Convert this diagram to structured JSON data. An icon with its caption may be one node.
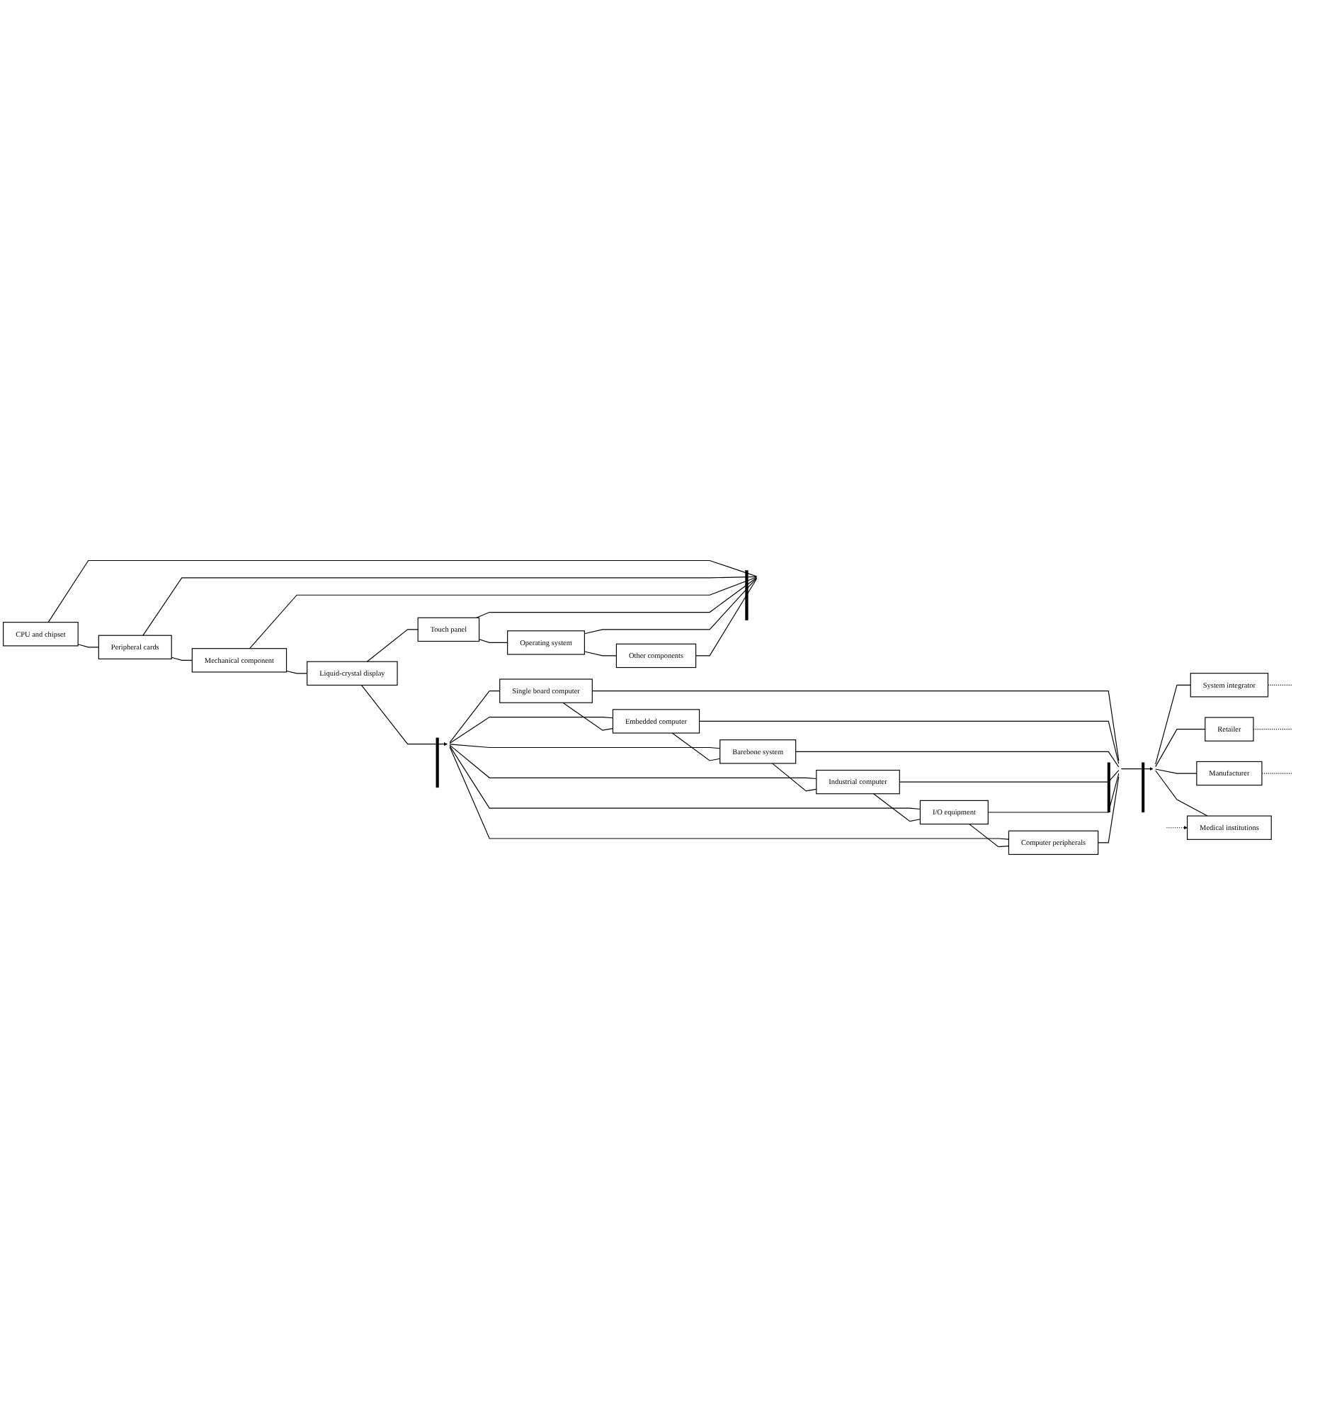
{
  "diagram": {
    "nodes": [
      {
        "text": [
          "CPU and chipset"
        ]
      },
      {
        "text": [
          "Peripheral cards"
        ]
      },
      {
        "text": [
          "Mechanical component"
        ]
      },
      {
        "text": [
          "Liquid-crystal display"
        ]
      },
      {
        "text": [
          "Touch panel"
        ]
      },
      {
        "text": [
          "Operating system"
        ]
      },
      {
        "text": [
          "Other components"
        ]
      },
      {
        "text": [],
        "shape": "bar"
      },
      {
        "text": [],
        "shape": "bar"
      },
      {
        "text": [
          "Single board computer"
        ]
      },
      {
        "text": [
          "Embedded computer"
        ]
      },
      {
        "text": [
          "Barebone system"
        ]
      },
      {
        "text": [
          "Industrial computer"
        ]
      },
      {
        "text": [
          "I/O equipment"
        ]
      },
      {
        "text": [
          "Computer peripherals"
        ]
      },
      {
        "text": [],
        "shape": "bar"
      },
      {
        "text": [],
        "shape": "bar"
      },
      {
        "text": [
          "System integrator"
        ]
      },
      {
        "text": [
          "Retailer"
        ]
      },
      {
        "text": [
          "Manufacturer"
        ]
      },
      {
        "text": [
          "Medical institutions"
        ]
      }
    ],
    "edges": [
      {
        "from": 0,
        "to": 1,
        "arrow": "none"
      },
      {
        "from": 1,
        "to": 2,
        "arrow": "none"
      },
      {
        "from": 2,
        "to": 3,
        "arrow": "none"
      },
      {
        "from": 3,
        "to": 4,
        "arrow": "none"
      },
      {
        "from": 4,
        "to": 5,
        "arrow": "none"
      },
      {
        "from": 5,
        "to": 6,
        "arrow": "none"
      },
      {
        "from": 0,
        "to": 7,
        "arrow": "none"
      },
      {
        "from": 1,
        "to": 7,
        "arrow": "none"
      },
      {
        "from": 2,
        "to": 7,
        "arrow": "none"
      },
      {
        "from": 4,
        "to": 7,
        "arrow": "none"
      },
      {
        "from": 5,
        "to": 7,
        "arrow": "none"
      },
      {
        "from": 6,
        "to": 7,
        "arrow": "none"
      },
      {
        "from": 3,
        "to": 8,
        "arrow": "to"
      },
      {
        "from": 8,
        "to": 9,
        "arrow": "none"
      },
      {
        "from": 8,
        "to": 10,
        "arrow": "none"
      },
      {
        "from": 8,
        "to": 11,
        "arrow": "none"
      },
      {
        "from": 8,
        "to": 12,
        "arrow": "none"
      },
      {
        "from": 8,
        "to": 13,
        "arrow": "none"
      },
      {
        "from": 8,
        "to": 14,
        "arrow": "none"
      },
      {
        "from": 9,
        "to": 10,
        "arrow": "none"
      },
      {
        "from": 10,
        "to": 11,
        "arrow": "none"
      },
      {
        "from": 11,
        "to": 12,
        "arrow": "none"
      },
      {
        "from": 12,
        "to": 13,
        "arrow": "none"
      },
      {
        "from": 13,
        "to": 14,
        "arrow": "none"
      },
      {
        "from": 9,
        "to": 15,
        "arrow": "none"
      },
      {
        "from": 10,
        "to": 15,
        "arrow": "none"
      },
      {
        "from": 11,
        "to": 15,
        "arrow": "none"
      },
      {
        "from": 12,
        "to": 15,
        "arrow": "none"
      },
      {
        "from": 13,
        "to": 15,
        "arrow": "none"
      },
      {
        "from": 14,
        "to": 15,
        "arrow": "none"
      },
      {
        "from": 15,
        "to": 16,
        "arrow": "to"
      },
      {
        "from": 16,
        "to": 17,
        "arrow": "none"
      },
      {
        "from": 16,
        "to": 18,
        "arrow": "none"
      },
      {
        "from": 16,
        "to": 19,
        "arrow": "none"
      },
      {
        "from": 16,
        "to": 20,
        "arrow": "none"
      },
      {
        "from": 17,
        "to": null,
        "arrow": "none",
        "style": "dashed"
      },
      {
        "from": 18,
        "to": null,
        "arrow": "none",
        "style": "dashed"
      },
      {
        "from": 19,
        "to": null,
        "arrow": "none",
        "style": "dashed"
      },
      {
        "from": null,
        "to": 20,
        "arrow": "to",
        "style": "dashed"
      }
    ]
  }
}
